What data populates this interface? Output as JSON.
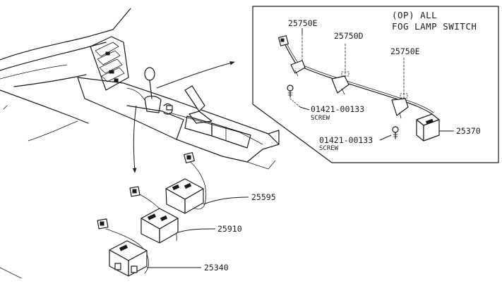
{
  "inset": {
    "title_line1": "(OP) ALL",
    "title_line2": "FOG LAMP SWITCH"
  },
  "labels": {
    "part_25750E_top": "25750E",
    "part_25750D": "25750D",
    "part_25750E_right": "25750E",
    "screw_1_number": "01421-00133",
    "screw_1_text": "SCREW",
    "screw_2_number": "01421-00133",
    "screw_2_text": "SCREW",
    "part_25370": "25370",
    "part_25595": "25595",
    "part_25910": "25910",
    "part_25340": "25340"
  }
}
